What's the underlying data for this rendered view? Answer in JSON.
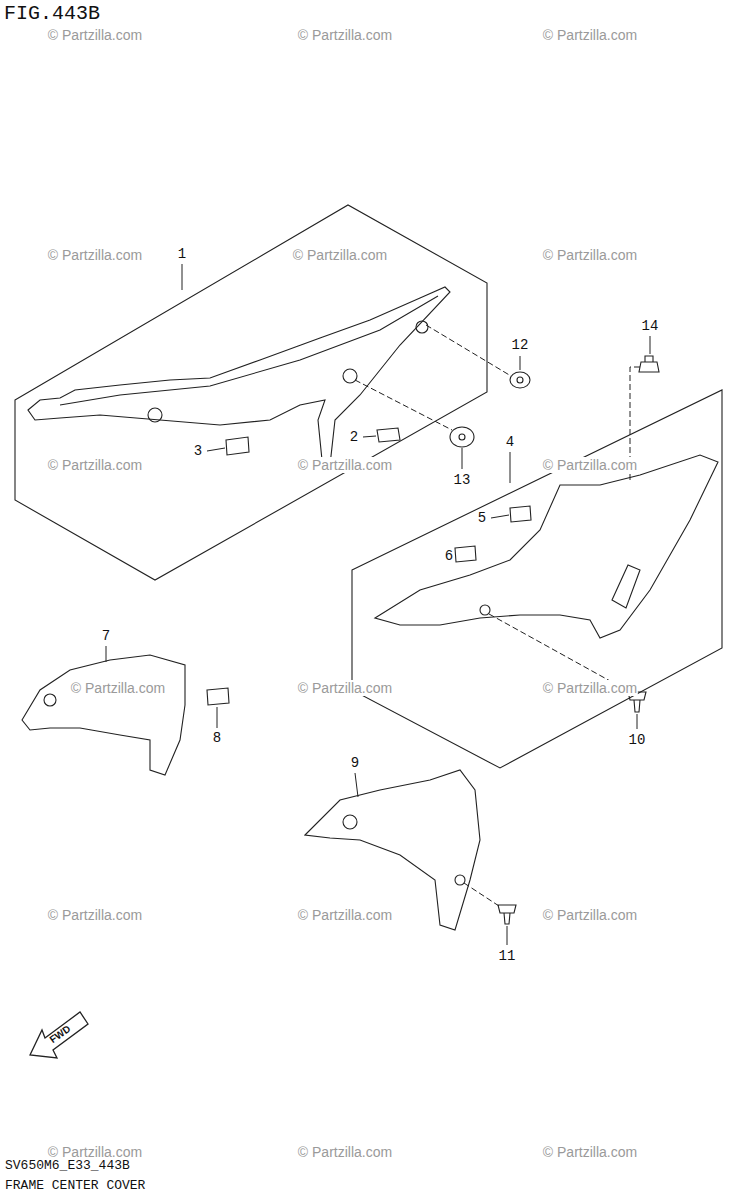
{
  "diagram": {
    "title": "FIG.443B",
    "caption": "FRAME CENTER COVER",
    "labels": [
      "© Partzilla.com",
      "© Partzilla.com",
      "© Partzilla.com",
      "© Partzilla.com",
      "© Partzilla.com",
      "© Partzilla.com",
      "© Partzilla.com",
      "© Partzilla.com",
      "© Partzilla.com",
      "© Partzilla.com",
      "© Partzilla.com",
      "© Partzilla.com",
      "© Partzilla.com",
      "© Partzilla.com",
      "© Partzilla.com",
      "© Partzilla.com",
      "© Partzilla.com",
      "© Partzilla.com",
      "1",
      "2",
      "3",
      "4",
      "5",
      "6",
      "7",
      "8",
      "9",
      "10",
      "11",
      "12",
      "13",
      "14",
      "FWD",
      "SV650M6_E33_443B"
    ]
  }
}
